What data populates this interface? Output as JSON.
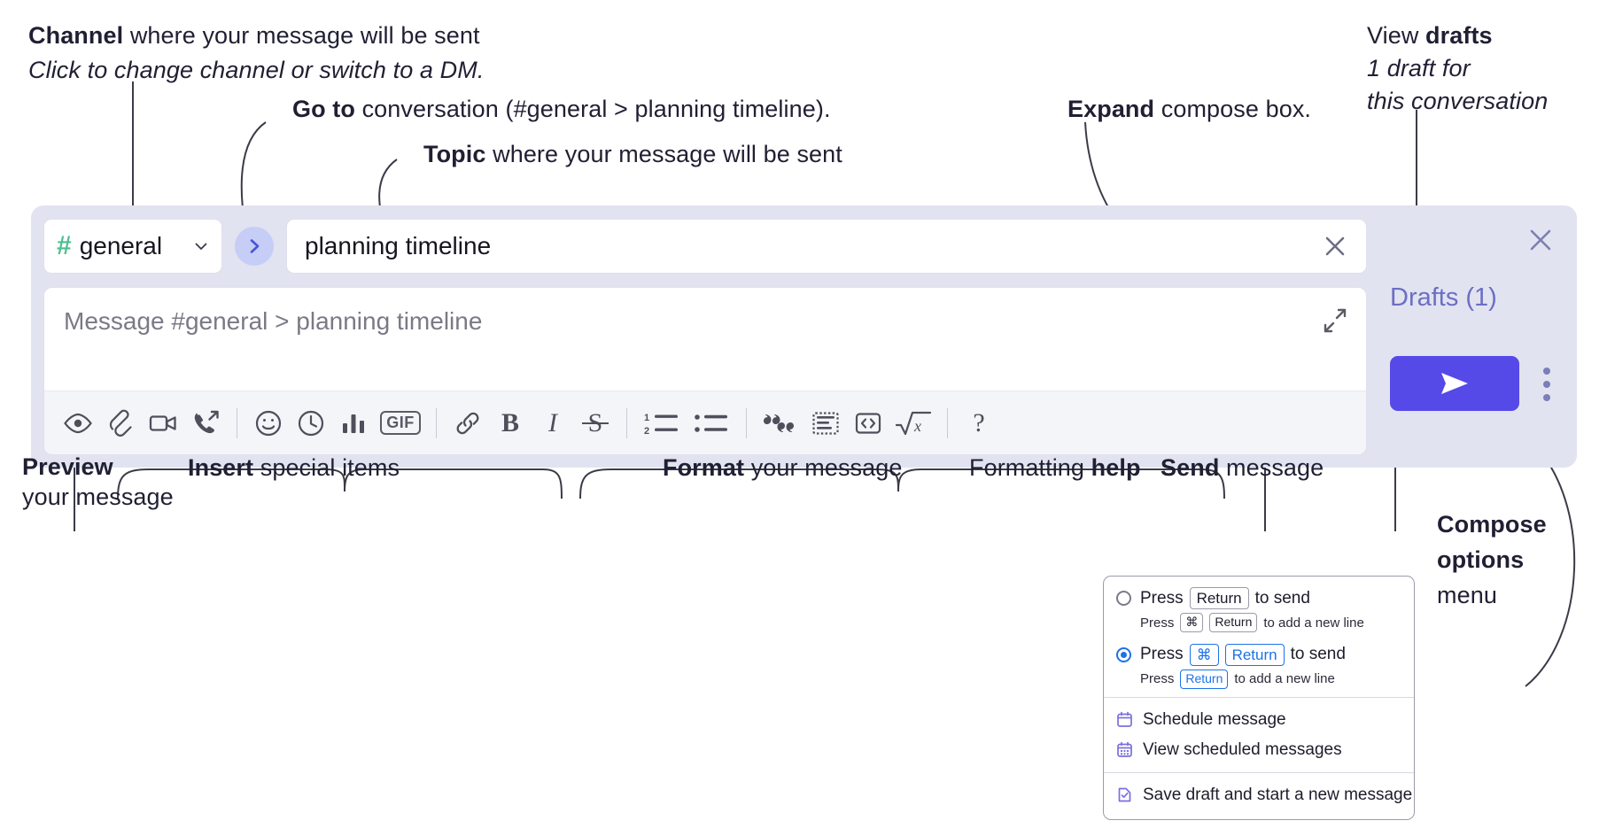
{
  "annotations": {
    "channel": {
      "bold": "Channel",
      "rest": " where your message will be sent",
      "italic": "Click to change channel or switch to a DM."
    },
    "goto": {
      "bold": "Go to",
      "rest": " conversation (#general > planning timeline)."
    },
    "topic": {
      "bold": "Topic",
      "rest": " where your message will be sent"
    },
    "expand": {
      "bold": "Expand",
      "rest": " compose box."
    },
    "drafts": {
      "plain": "View ",
      "bold": "drafts",
      "italic_1": "1 draft for",
      "italic_2": "this conversation"
    },
    "preview": {
      "bold": "Preview",
      "rest": "your message"
    },
    "insert": {
      "bold": "Insert",
      "rest": " special items"
    },
    "format": {
      "bold": "Format",
      "rest": " your message"
    },
    "formatting_help": {
      "plain": "Formatting ",
      "bold": "help"
    },
    "send": {
      "bold": "Send",
      "rest": " message"
    },
    "compose_options": {
      "bold_1": "Compose",
      "bold_2": "options",
      "rest": "menu"
    }
  },
  "compose": {
    "channel": {
      "hash": "#",
      "name": "general",
      "caret_icon": "chevron-down-icon"
    },
    "goto_icon": "chevron-right-icon",
    "topic": {
      "value": "planning timeline",
      "clear_icon": "close-icon"
    },
    "message_placeholder": "Message #general > planning timeline",
    "expand_icon": "expand-icon",
    "close_icon": "close-icon",
    "drafts_label": "Drafts (1)",
    "send_icon": "send-icon",
    "compose_options_icon": "kebab-menu-icon",
    "toolbar": [
      {
        "name": "preview-button",
        "icon": "eye-icon",
        "label": ""
      },
      {
        "name": "attach-button",
        "icon": "paperclip-icon",
        "label": ""
      },
      {
        "name": "video-clip-button",
        "icon": "video-camera-icon",
        "label": ""
      },
      {
        "name": "audio-clip-button",
        "icon": "phone-forward-icon",
        "label": ""
      },
      {
        "name": "separator-1",
        "icon": "divider",
        "label": ""
      },
      {
        "name": "emoji-button",
        "icon": "smiley-icon",
        "label": ""
      },
      {
        "name": "reminder-button",
        "icon": "clock-icon",
        "label": ""
      },
      {
        "name": "poll-button",
        "icon": "bar-chart-icon",
        "label": ""
      },
      {
        "name": "gif-button",
        "icon": "gif-icon",
        "label": "GIF"
      },
      {
        "name": "separator-2",
        "icon": "divider",
        "label": ""
      },
      {
        "name": "link-button",
        "icon": "link-icon",
        "label": ""
      },
      {
        "name": "bold-button",
        "icon": "bold-icon",
        "label": "B"
      },
      {
        "name": "italic-button",
        "icon": "italic-icon",
        "label": "I"
      },
      {
        "name": "strikethrough-button",
        "icon": "strikethrough-icon",
        "label": "S"
      },
      {
        "name": "separator-3",
        "icon": "divider",
        "label": ""
      },
      {
        "name": "ordered-list-button",
        "icon": "ordered-list-icon",
        "label": ""
      },
      {
        "name": "bulleted-list-button",
        "icon": "bulleted-list-icon",
        "label": ""
      },
      {
        "name": "separator-4",
        "icon": "divider",
        "label": ""
      },
      {
        "name": "blockquote-button",
        "icon": "quote-icon",
        "label": ""
      },
      {
        "name": "code-block-button",
        "icon": "code-block-icon",
        "label": ""
      },
      {
        "name": "inline-code-button",
        "icon": "code-brackets-icon",
        "label": ""
      },
      {
        "name": "math-button",
        "icon": "square-root-icon",
        "label": ""
      },
      {
        "name": "separator-5",
        "icon": "divider",
        "label": ""
      },
      {
        "name": "formatting-help-button",
        "icon": "question-mark-icon",
        "label": "?"
      }
    ]
  },
  "options_menu": {
    "radio_1": {
      "selected": false,
      "press": "Press",
      "key": "Return",
      "to_send": "to send",
      "sub_press": "Press",
      "sub_key_1": "⌘",
      "sub_key_2": "Return",
      "sub_tail": "to add a new line"
    },
    "radio_2": {
      "selected": true,
      "press": "Press",
      "key_1": "⌘",
      "key_2": "Return",
      "to_send": "to send",
      "sub_press": "Press",
      "sub_key": "Return",
      "sub_tail": "to add a new line"
    },
    "items": [
      {
        "label": "Schedule message",
        "icon": "calendar-icon"
      },
      {
        "label": "View scheduled messages",
        "icon": "calendar-grid-icon"
      },
      {
        "label": "Save draft and start a new message",
        "icon": "document-check-icon"
      }
    ]
  },
  "colors": {
    "panel_bg": "#e2e3f0",
    "accent_purple": "#5549e8",
    "drafts_text": "#6b6fc4",
    "channel_green": "#4fbf8f",
    "goto_bg": "#c6cdf7",
    "radio_blue": "#1d72e8",
    "menu_icon_purple": "#7b6fe0"
  }
}
